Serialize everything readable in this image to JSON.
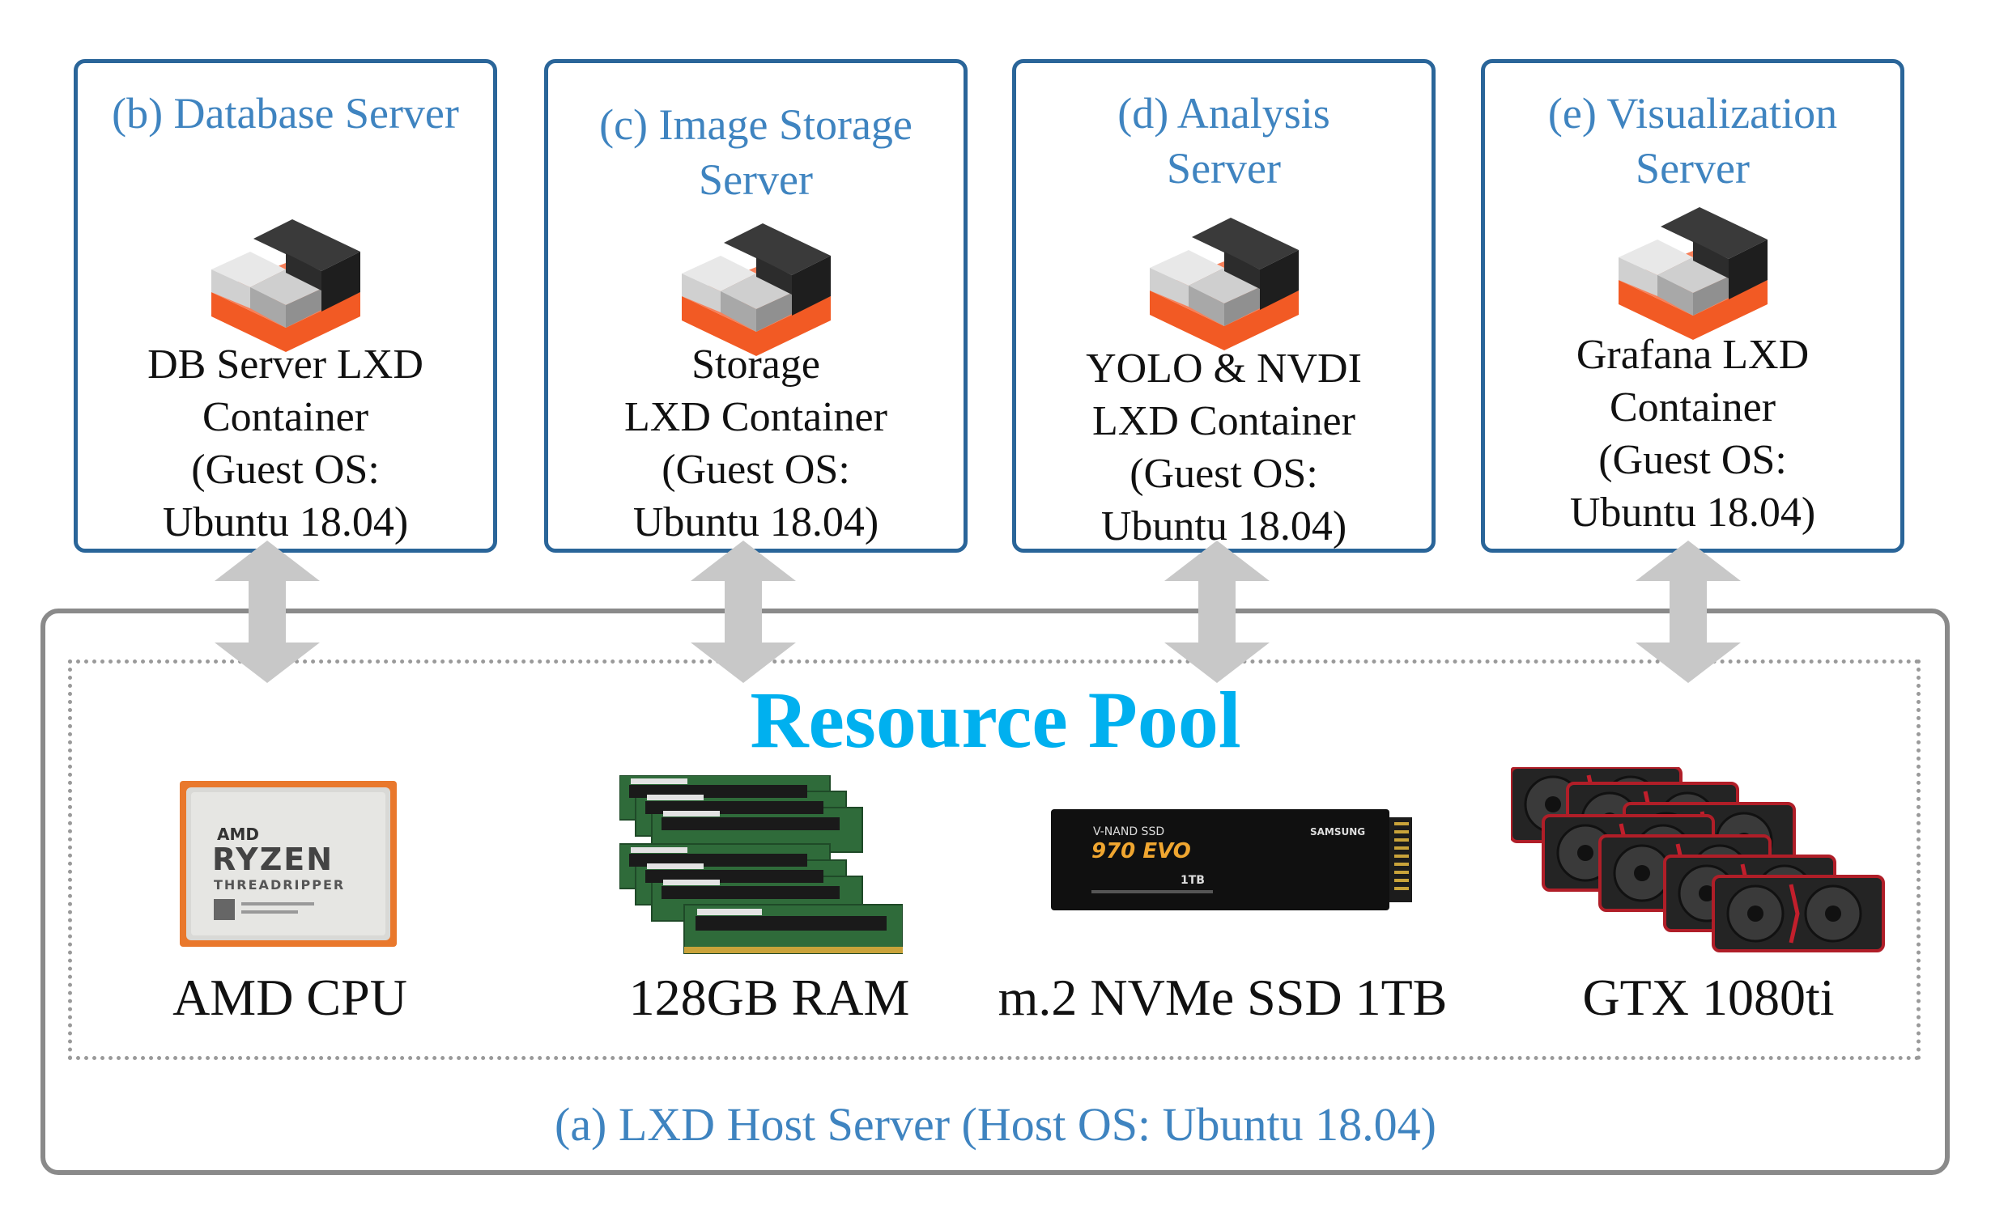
{
  "servers": [
    {
      "title": "(b) Database Server",
      "desc": "DB Server LXD\nContainer\n(Guest OS:\nUbuntu 18.04)"
    },
    {
      "title": "(c) Image Storage\nServer",
      "desc": "Storage\nLXD Container\n(Guest OS:\nUbuntu 18.04)"
    },
    {
      "title": "(d) Analysis\nServer",
      "desc": "YOLO & NVDI\nLXD Container\n(Guest OS:\nUbuntu 18.04)"
    },
    {
      "title": "(e) Visualization\nServer",
      "desc": "Grafana LXD\nContainer\n(Guest OS:\nUbuntu 18.04)"
    }
  ],
  "pool": {
    "title": "Resource Pool"
  },
  "resources": [
    {
      "label": "AMD CPU",
      "chip_brand": "AMD",
      "chip_name": "RYZEN",
      "chip_line": "THREADRIPPER"
    },
    {
      "label": "128GB RAM"
    },
    {
      "label": "m.2 NVMe SSD 1TB",
      "ssd_type": "V-NAND SSD",
      "ssd_model": "970 EVO",
      "ssd_cap": "1TB",
      "ssd_brand": "SAMSUNG"
    },
    {
      "label": "GTX 1080ti"
    }
  ],
  "host": {
    "label": "(a) LXD Host Server  (Host OS: Ubuntu 18.04)"
  },
  "colors": {
    "box_border": "#2a6599",
    "title_blue": "#3f84c0",
    "pool_cyan": "#00b0ef",
    "lxd_orange": "#f25a24",
    "arrow_grey": "#c8c8c8"
  }
}
